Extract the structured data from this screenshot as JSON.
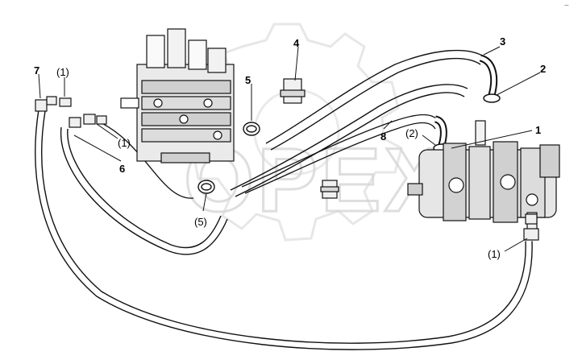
{
  "corner_mark": "~",
  "watermark_text": "OPEX",
  "callouts": {
    "c1": "1",
    "c2": "2",
    "c3": "3",
    "c4": "4",
    "c5": "5",
    "c5b": "(5)",
    "c6": "6",
    "c7": "7",
    "c8": "8",
    "p1a": "(1)",
    "p1b": "(1)",
    "p1c": "(1)",
    "p2": "(2)"
  }
}
